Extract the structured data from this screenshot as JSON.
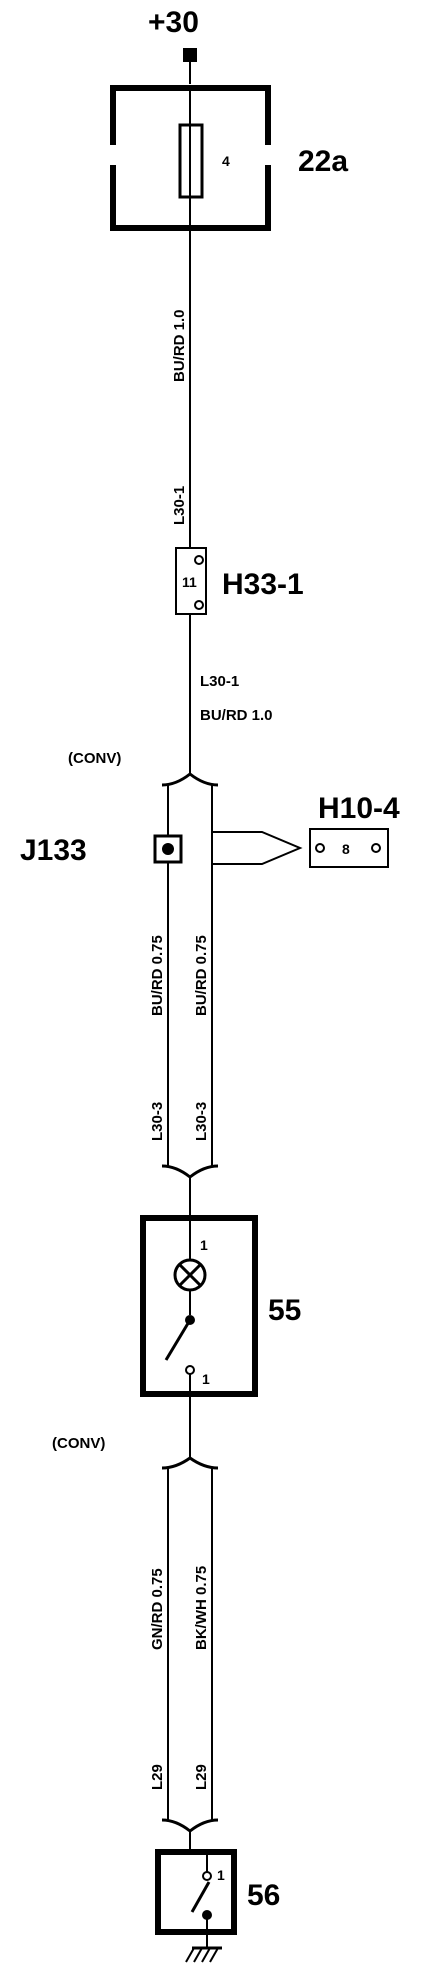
{
  "supply_label": "+30",
  "fuse": {
    "label": "22a",
    "pin": "4"
  },
  "wire_upper": {
    "code": "L30-1",
    "color": "BU/RD 1.0"
  },
  "connector_h33": {
    "label": "H33-1",
    "pin": "11"
  },
  "wire_mid": {
    "code": "L30-1",
    "color": "BU/RD 1.0"
  },
  "conv_label_1": "(CONV)",
  "connector_h10": {
    "label": "H10-4",
    "pin": "8"
  },
  "junction": {
    "label": "J133"
  },
  "wire_left_mid": {
    "code": "L30-3",
    "color": "BU/RD 0.75"
  },
  "wire_right_mid": {
    "code": "L30-3",
    "color": "BU/RD 0.75"
  },
  "component_55": {
    "label": "55",
    "pin_top": "1",
    "pin_bottom": "1"
  },
  "conv_label_2": "(CONV)",
  "wire_left_low": {
    "code": "L29",
    "color": "GN/RD 0.75"
  },
  "wire_right_low": {
    "code": "L29",
    "color": "BK/WH 0.75"
  },
  "component_56": {
    "label": "56",
    "pin_top": "1"
  }
}
